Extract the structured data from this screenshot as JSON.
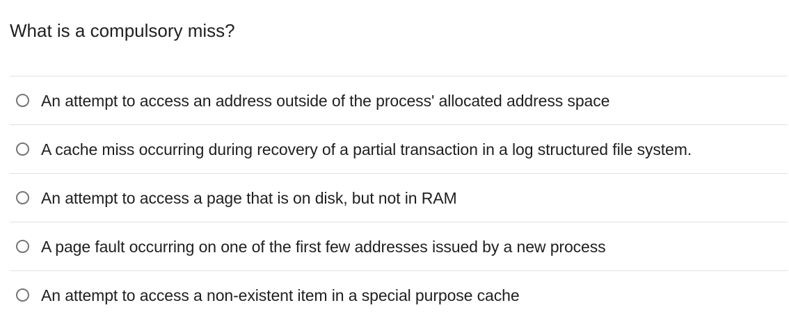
{
  "question": {
    "text": "What is a compulsory miss?"
  },
  "options": [
    {
      "label": "An attempt to access an address outside of the process' allocated address space",
      "selected": false
    },
    {
      "label": "A cache miss occurring during recovery of a partial transaction in a log structured file system.",
      "selected": false
    },
    {
      "label": "An attempt to access a page that is on disk, but not in RAM",
      "selected": false
    },
    {
      "label": "A page fault occurring on one of the first few addresses issued by a new process",
      "selected": false
    },
    {
      "label": "An attempt to access a non-existent item in a special purpose cache",
      "selected": false
    }
  ],
  "colors": {
    "text": "#1f1f1f",
    "divider": "#e0e0e0",
    "radio_border": "#757575"
  }
}
